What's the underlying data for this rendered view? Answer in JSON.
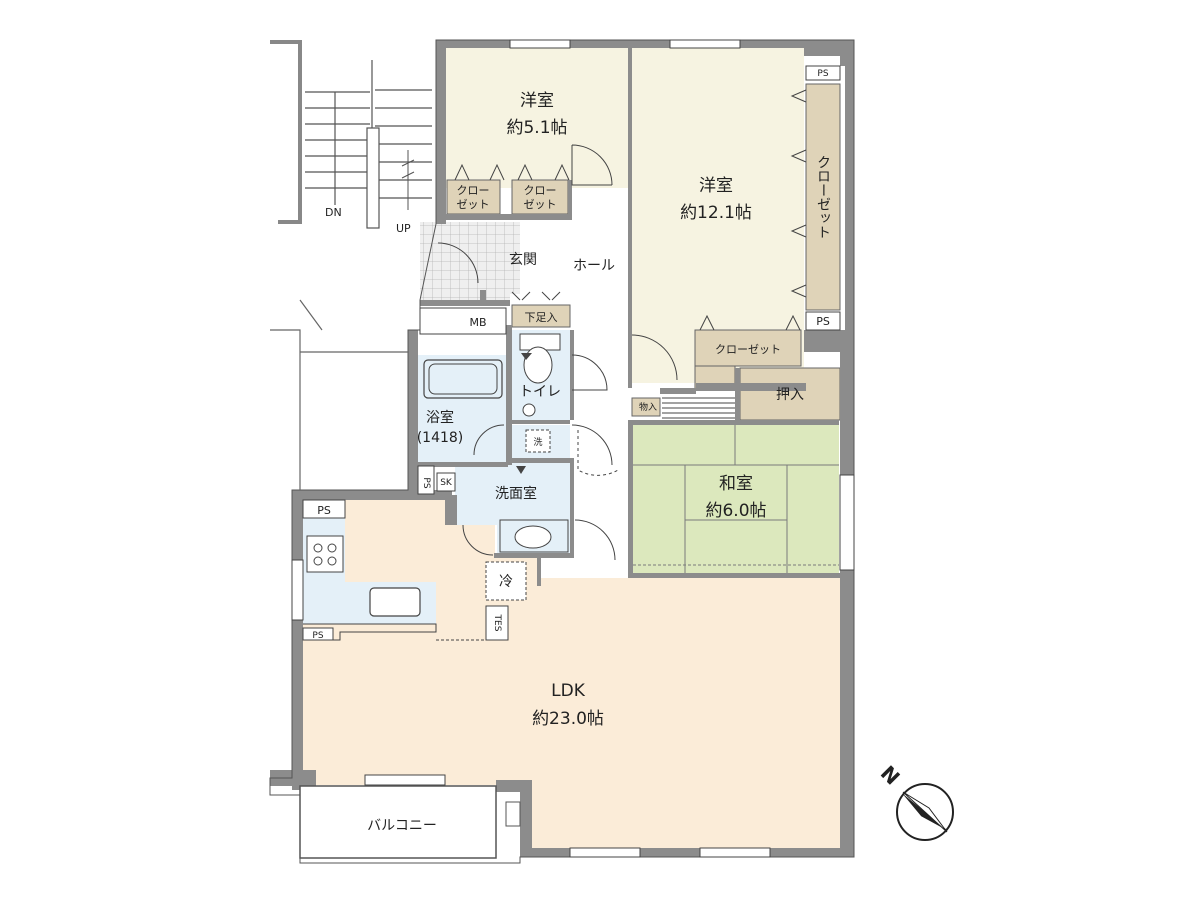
{
  "rooms": {
    "western_small": {
      "name": "洋室",
      "area": "約5.1帖"
    },
    "western_large": {
      "name": "洋室",
      "area": "約12.1帖"
    },
    "japanese": {
      "name": "和室",
      "area": "約6.0帖"
    },
    "ldk": {
      "name": "LDK",
      "area": "約23.0帖"
    },
    "bath": {
      "name": "浴室",
      "size": "(1418)"
    },
    "toilet": {
      "name": "トイレ"
    },
    "washroom": {
      "name": "洗面室"
    },
    "entrance": {
      "name": "玄関"
    },
    "hall": {
      "name": "ホール"
    },
    "balcony": {
      "name": "バルコニー"
    }
  },
  "storage": {
    "closet_a": [
      "クロー",
      "ゼット"
    ],
    "closet_b": [
      "クロー",
      "ゼット"
    ],
    "closet_tall": "クローゼット",
    "closet_mid": "クローゼット",
    "oshiire": "押入",
    "monoire": "物入",
    "geta": "下足入",
    "mb": "MB"
  },
  "symbols": {
    "ps": "PS",
    "sk": "SK",
    "wash": "洗",
    "fridge": "冷",
    "tes": "TES"
  },
  "stairs": {
    "down": "DN",
    "up": "UP"
  },
  "compass": {
    "north": "N"
  },
  "colors": {
    "wall": "#8c8c8c",
    "western_floor": "#f6f3e1",
    "japanese_floor": "#dce8bd",
    "ldk_floor": "#fbecd8",
    "wet_floor": "#e4f0f8",
    "storage": "#dfd3b8",
    "entry_tile": "#ececec"
  }
}
